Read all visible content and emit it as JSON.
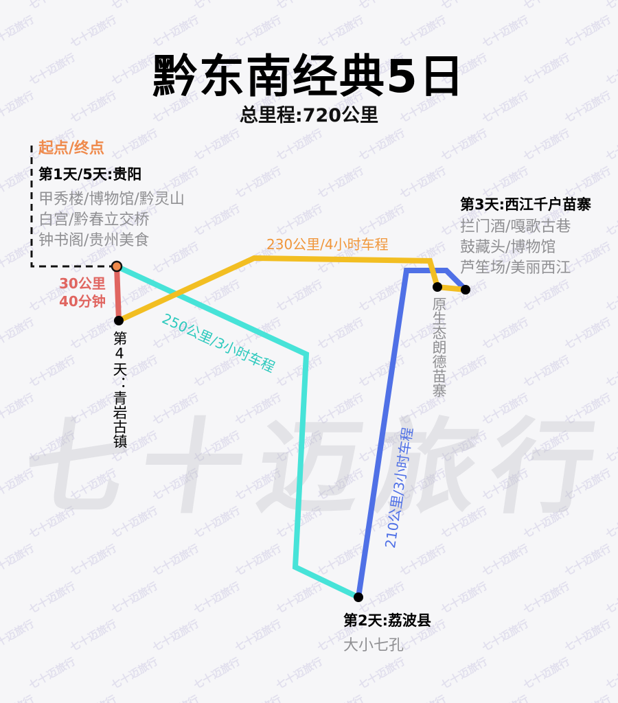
{
  "title": "黔东南经典5日",
  "subtitle": "总里程:720公里",
  "watermark": {
    "small_text": "七十迈旅行",
    "big_text": "七十迈旅行"
  },
  "colors": {
    "background": "#f6f6f8",
    "start_orange": "#ef8a4c",
    "route_red": "#e06560",
    "route_cyan": "#47e3d8",
    "route_yellow": "#f2be22",
    "route_blue": "#4f70e6",
    "stop_dot": "#000000",
    "desc_grey": "#8f8f92"
  },
  "start_label": "起点/终点",
  "stops": [
    {
      "id": "day1-5",
      "name": "第1天/5天:贵阳",
      "highlights": [
        "甲秀楼/博物馆/黔灵山",
        "白宫/黔春立交桥",
        "钟书阁/贵州美食"
      ]
    },
    {
      "id": "day2",
      "name": "第2天:荔波县",
      "highlights": [
        "大小七孔"
      ]
    },
    {
      "id": "day3",
      "name": "第3天:西江千户苗寨",
      "highlights": [
        "拦门酒/嘎歌古巷",
        "鼓藏头/博物馆",
        "芦笙场/美丽西江"
      ]
    },
    {
      "id": "langde",
      "name": "原生态朗德苗寨",
      "highlights": []
    },
    {
      "id": "day4",
      "name": "第4天：青岩古镇",
      "highlights": []
    }
  ],
  "routes": [
    {
      "id": "guiyang-qingyan",
      "label_line1": "30公里",
      "label_line2": "40分钟",
      "color": "#e06560"
    },
    {
      "id": "guiyang-libo",
      "label": "250公里/3小时车程",
      "color": "#47e3d8"
    },
    {
      "id": "libo-xijiang",
      "label": "210公里/3小时车程",
      "color": "#4f70e6"
    },
    {
      "id": "langde-qingyan",
      "label": "230公里/4小时车程",
      "color": "#f2be22"
    }
  ]
}
